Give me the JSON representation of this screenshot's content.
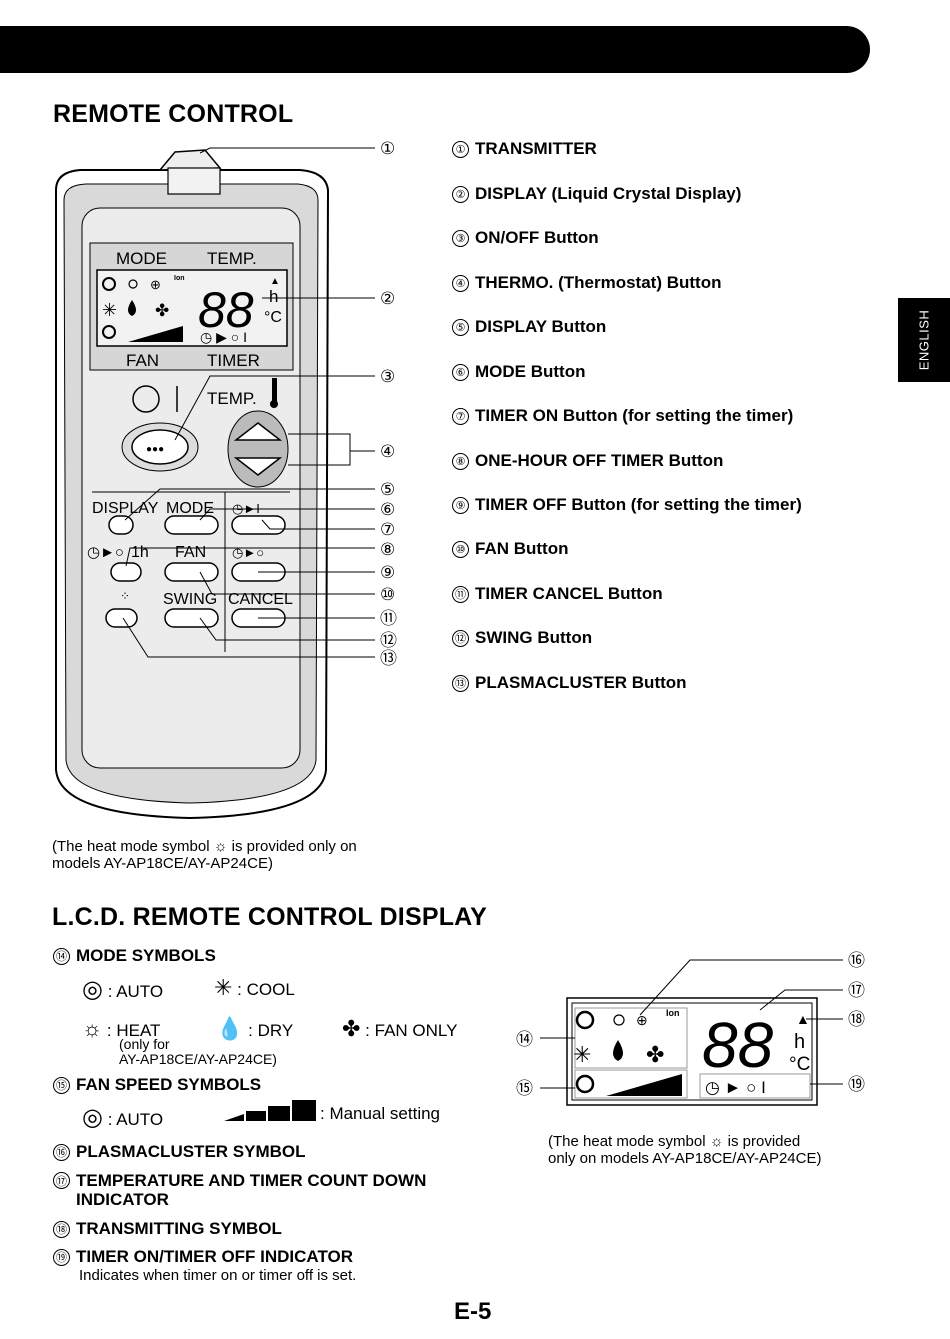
{
  "header": {
    "bar": ""
  },
  "side_tab": "ENGLISH",
  "remote": {
    "title": "REMOTE CONTROL",
    "labels": {
      "mode": "MODE",
      "temp": "TEMP.",
      "fan": "FAN",
      "timer": "TIMER",
      "temp_btn": "TEMP.",
      "display": "DISPLAY",
      "mode_btn": "MODE",
      "fan_btn": "FAN",
      "one_h": "1h",
      "swing": "SWING",
      "cancel": "CANCEL",
      "lcd_digits": "88",
      "h": "h",
      "c": "°C",
      "ion": "Ion"
    },
    "callouts": [
      "①",
      "②",
      "③",
      "④",
      "⑤",
      "⑥",
      "⑦",
      "⑧",
      "⑨",
      "⑩",
      "⑪",
      "⑫",
      "⑬"
    ],
    "items": [
      {
        "num": "①",
        "label": "TRANSMITTER"
      },
      {
        "num": "②",
        "label": "DISPLAY (Liquid Crystal Display)"
      },
      {
        "num": "③",
        "label": "ON/OFF Button"
      },
      {
        "num": "④",
        "label": "THERMO. (Thermostat) Button"
      },
      {
        "num": "⑤",
        "label": "DISPLAY Button"
      },
      {
        "num": "⑥",
        "label": "MODE Button"
      },
      {
        "num": "⑦",
        "label": "TIMER ON Button (for setting the timer)"
      },
      {
        "num": "⑧",
        "label": "ONE-HOUR OFF TIMER Button"
      },
      {
        "num": "⑨",
        "label": "TIMER OFF Button (for setting the timer)"
      },
      {
        "num": "⑩",
        "label": "FAN Button"
      },
      {
        "num": "⑪",
        "label": "TIMER CANCEL Button"
      },
      {
        "num": "⑫",
        "label": "SWING Button"
      },
      {
        "num": "⑬",
        "label": "PLASMACLUSTER Button"
      }
    ],
    "note_line1_a": "(The heat mode symbol",
    "note_line1_b": "is provided only on",
    "note_line2": "models AY-AP18CE/AY-AP24CE)"
  },
  "lcd": {
    "title": "L.C.D. REMOTE CONTROL DISPLAY",
    "mode_symbols": {
      "num": "⑭",
      "heading": "MODE SYMBOLS",
      "auto": ": AUTO",
      "cool": ": COOL",
      "heat": ": HEAT",
      "dry": ": DRY",
      "fan_only": ": FAN ONLY",
      "heat_note1": "(only for",
      "heat_note2": "AY-AP18CE/AY-AP24CE)"
    },
    "fan_speed": {
      "num": "⑮",
      "heading": "FAN SPEED SYMBOLS",
      "auto": ": AUTO",
      "manual": ": Manual setting"
    },
    "plasmacluster": {
      "num": "⑯",
      "heading": "PLASMACLUSTER SYMBOL"
    },
    "temp_timer": {
      "num": "⑰",
      "heading_line1": "TEMPERATURE AND TIMER COUNT DOWN",
      "heading_line2": "INDICATOR"
    },
    "transmitting": {
      "num": "⑱",
      "heading": "TRANSMITTING SYMBOL"
    },
    "timer_indicator": {
      "num": "⑲",
      "heading": "TIMER ON/TIMER OFF INDICATOR",
      "desc": "Indicates when timer on or timer off is set."
    },
    "diagram_callouts": [
      "⑭",
      "⑮",
      "⑯",
      "⑰",
      "⑱",
      "⑲"
    ],
    "diagram_labels": {
      "digits": "88",
      "h": "h",
      "c": "°C",
      "ion": "Ion"
    },
    "note_line1_a": "(The heat mode symbol",
    "note_line1_b": "is provided",
    "note_line2": "only on models AY-AP18CE/AY-AP24CE)"
  },
  "page_number": "E-5"
}
